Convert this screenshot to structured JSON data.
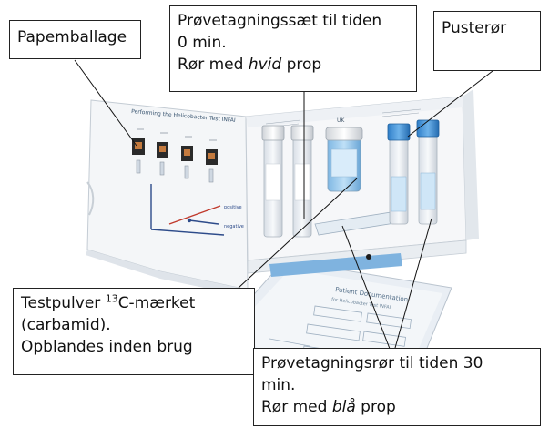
{
  "callouts": {
    "packaging": {
      "text": "Papemballage"
    },
    "sample_0": {
      "line1": "Prøvetagningssæt til tiden",
      "line2": "0 min.",
      "line3_a": "Rør med ",
      "line3_em": "hvid",
      "line3_b": " prop"
    },
    "blow_tube": {
      "text": "Pusterør"
    },
    "test_powder": {
      "line1_a": "Testpulver ",
      "line1_sup": "13",
      "line1_b": "C-mærket",
      "line2": "(carbamid).",
      "line3": "Opblandes inden brug"
    },
    "sample_30": {
      "line1": "Prøvetagningsrør til tiden 30",
      "line2": "min.",
      "line3_a": "Rør med ",
      "line3_em": "blå",
      "line3_b": " prop"
    }
  },
  "product": {
    "instruction_title": "Performing the Helicobacter Test INFAI",
    "region_label": "UK",
    "legend_positive": "positive",
    "legend_negative": "negative",
    "leaflet_title": "Patient Documentation",
    "leaflet_subtitle": "for Helicobacter Test INFAI"
  }
}
